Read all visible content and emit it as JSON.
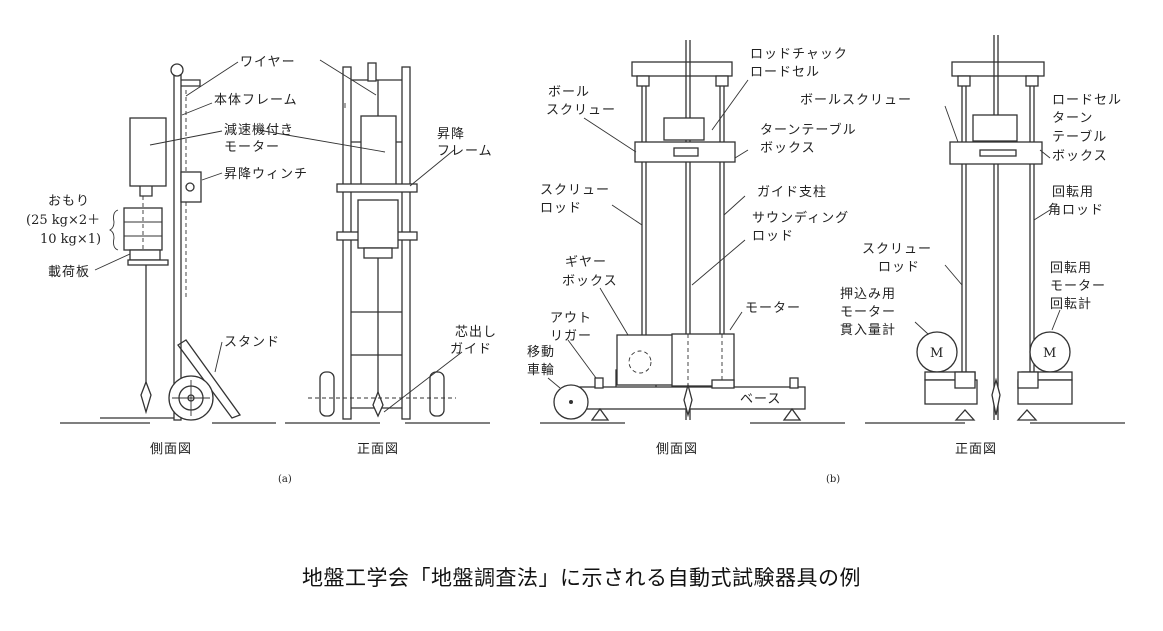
{
  "caption": "地盤工学会「地盤調査法」に示される自動式試験器具の例",
  "figure_a": {
    "tag": "(a)",
    "side_view_title": "側面図",
    "front_view_title": "正面図",
    "labels": {
      "wire": "ワイヤー",
      "main_frame": "本体フレーム",
      "motor_line1": "減速機付き",
      "motor_line2": "モーター",
      "winch": "昇降ウィンチ",
      "weight_line1": "おもり",
      "weight_line2": "(25 kg×2＋",
      "weight_line3": "10 kg×1)",
      "load_plate": "載荷板",
      "stand": "スタンド",
      "lift_frame_line1": "昇降",
      "lift_frame_line2": "フレーム",
      "center_guide_line1": "芯出し",
      "center_guide_line2": "ガイド"
    }
  },
  "figure_b": {
    "tag": "(b)",
    "side_view_title": "側面図",
    "front_view_title": "正面図",
    "labels": {
      "rod_chuck": "ロッドチャック",
      "load_cell": "ロードセル",
      "ball_screw_line1": "ボール",
      "ball_screw_line2": "スクリュー",
      "turntable_line1": "ターンテーブル",
      "turntable_line2": "ボックス",
      "screw_rod_line1": "スクリュー",
      "screw_rod_line2": "ロッド",
      "guide_post": "ガイド支柱",
      "sounding_rod_line1": "サウンディング",
      "sounding_rod_line2": "ロッド",
      "gear_box_line1": "ギヤー",
      "gear_box_line2": "ボックス",
      "outrigger_line1": "アウト",
      "outrigger_line2": "リガー",
      "wheel_line1": "移動",
      "wheel_line2": "車輪",
      "motor": "モーター",
      "base": "ベース",
      "ball_screw_front": "ボールスクリュー",
      "front_load_cell": "ロードセル",
      "front_turn_line1": "ターン",
      "front_turn_line2": "テーブル",
      "front_turn_line3": "ボックス",
      "square_rod_line1": "回転用",
      "square_rod_line2": "角ロッド",
      "front_screw_line1": "スクリュー",
      "front_screw_line2": "ロッド",
      "rot_motor_line1": "回転用",
      "rot_motor_line2": "モーター",
      "rot_motor_line3": "回転計",
      "push_motor_line1": "押込み用",
      "push_motor_line2": "モーター",
      "push_motor_line3": "貫入量計",
      "motor_symbol": "M"
    }
  }
}
